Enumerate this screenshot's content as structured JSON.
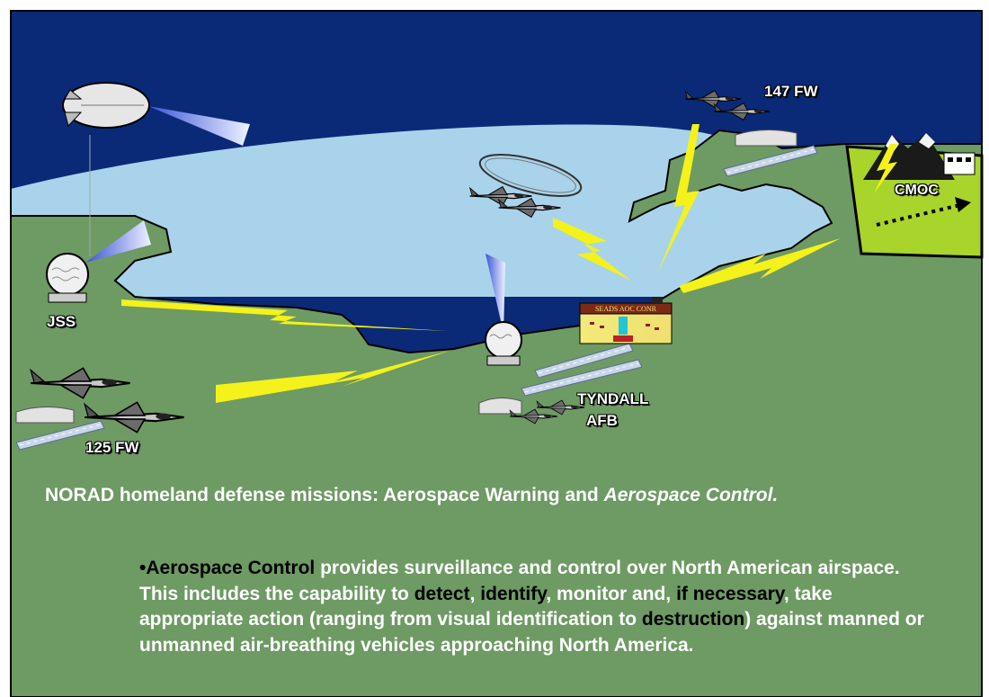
{
  "labels": {
    "fw147": "147 FW",
    "cmoc": "CMOC",
    "jss": "JSS",
    "tyndall_line1": "TYNDALL",
    "tyndall_line2": "AFB",
    "fw125": "125 FW",
    "building_sign": "SEADS AOC CONR"
  },
  "heading": {
    "part1": "NORAD homeland defense missions: Aerospace Warning and ",
    "part2_italic": "Aerospace Control."
  },
  "detail": {
    "bullet": "•",
    "term": "Aerospace Control",
    "t1": " provides surveillance and control over North American airspace. This includes the capability to ",
    "k1": "detect",
    "t2": ", ",
    "k2": "identify",
    "t3": ", monitor and, ",
    "k3": "if necessary",
    "t4": ", take appropriate action (ranging from visual identification to ",
    "k4": "destruction",
    "t5": ") against manned or unmanned air-breathing vehicles approaching North America."
  },
  "colors": {
    "sky": "#0a2a78",
    "water": "#a9d3ea",
    "land": "#6e9a64",
    "lightning": "#f4f21a",
    "cmoc_box": "#a8d42c"
  }
}
